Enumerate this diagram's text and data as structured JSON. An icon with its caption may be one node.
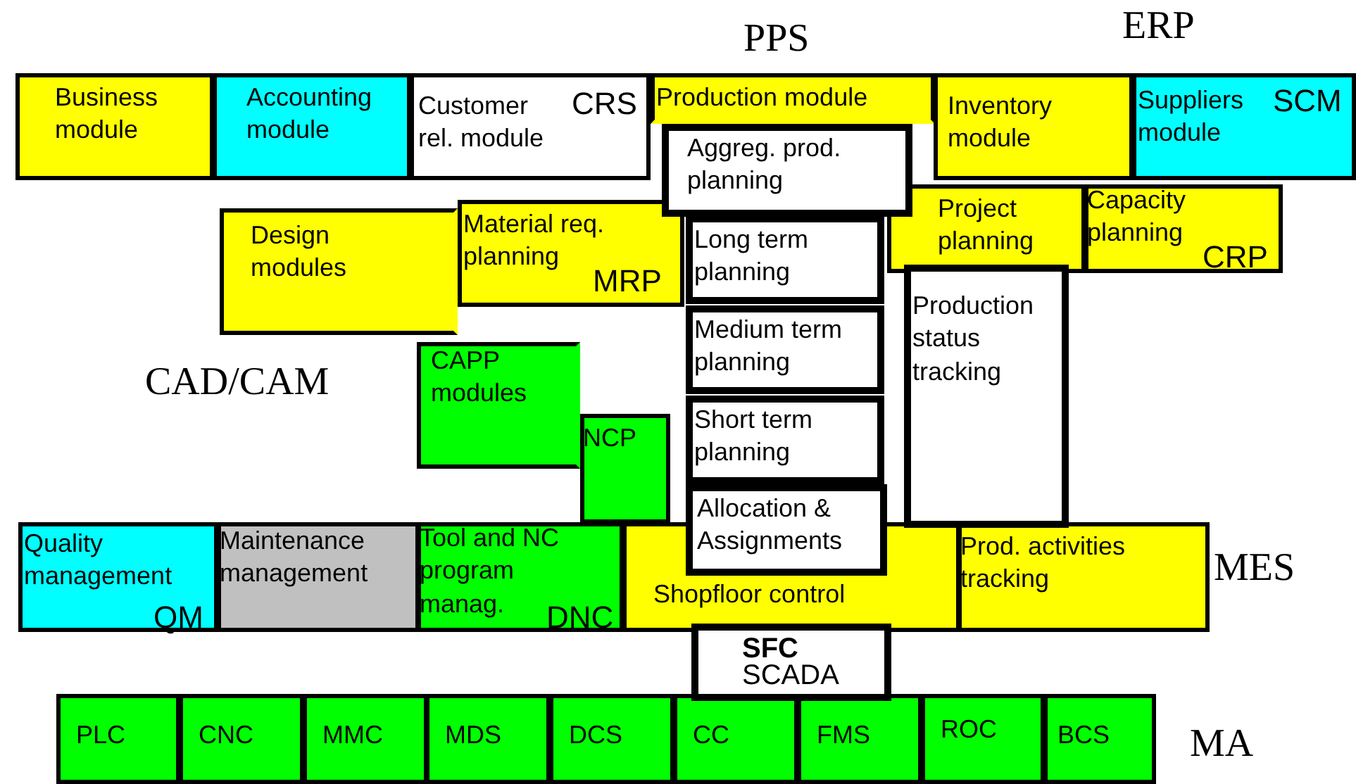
{
  "diagram": {
    "nodes": [
      {
        "text": [
          "Business module"
        ]
      },
      {
        "text": [
          "Accounting module"
        ]
      },
      {
        "text": [
          "Customer rel. module",
          "CRS"
        ]
      },
      {
        "text": [
          "Production module"
        ]
      },
      {
        "text": [
          "Inventory module"
        ]
      },
      {
        "text": [
          "Suppliers module",
          "SCM"
        ]
      },
      {
        "text": [
          "Design modules"
        ]
      },
      {
        "text": [
          "Material req. planning",
          "MRP"
        ]
      },
      {
        "text": [
          "Aggreg. prod. planning"
        ]
      },
      {
        "text": [
          "Project planning"
        ]
      },
      {
        "text": [
          "Capacity planning",
          "CRP"
        ]
      },
      {
        "text": [
          "Long term planning"
        ]
      },
      {
        "text": [
          "Medium term planning"
        ]
      },
      {
        "text": [
          "Short term planning"
        ]
      },
      {
        "text": [
          "Allocation & Assignments"
        ]
      },
      {
        "text": [
          "Production status tracking"
        ]
      },
      {
        "text": [
          "CAPP modules"
        ]
      },
      {
        "text": [
          "NCP"
        ]
      },
      {
        "text": [
          "Quality management",
          "QM"
        ]
      },
      {
        "text": [
          "Maintenance management"
        ]
      },
      {
        "text": [
          "Tool and NC program manag.",
          "DNC"
        ]
      },
      {
        "text": [
          "Shopfloor control"
        ]
      },
      {
        "text": [
          "Prod. activities tracking"
        ]
      },
      {
        "text": [
          "SFC",
          "SCADA"
        ]
      },
      {
        "text": [
          "PLC"
        ]
      },
      {
        "text": [
          "CNC"
        ]
      },
      {
        "text": [
          "MMC"
        ]
      },
      {
        "text": [
          "MDS"
        ]
      },
      {
        "text": [
          "DCS"
        ]
      },
      {
        "text": [
          "CC"
        ]
      },
      {
        "text": [
          "FMS"
        ]
      },
      {
        "text": [
          "ROC"
        ]
      },
      {
        "text": [
          "BCS"
        ]
      }
    ],
    "labels": [
      "PPS",
      "ERP",
      "CAD/CAM",
      "MES",
      "MA"
    ]
  }
}
